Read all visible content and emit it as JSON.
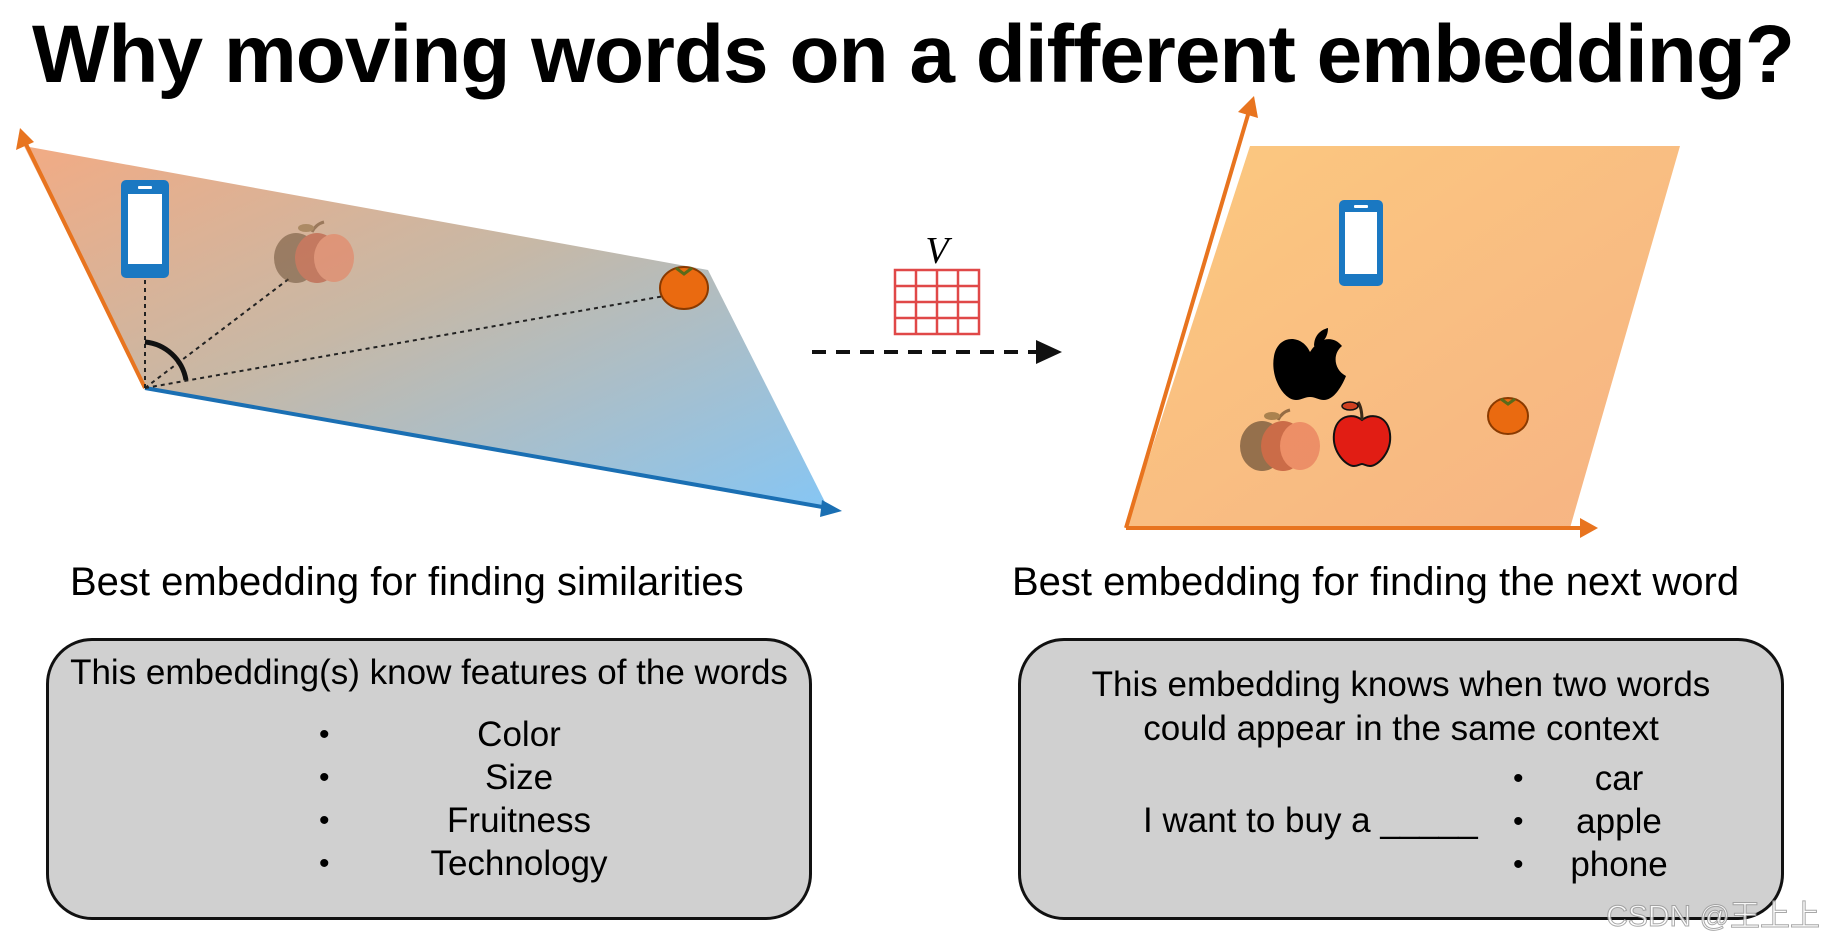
{
  "title": "Why moving words on a different embedding?",
  "matrix_label": "V",
  "left_panel": {
    "caption": "Best embedding for finding similarities",
    "box_heading": "This embedding(s) know features of the words",
    "features": [
      "Color",
      "Size",
      "Fruitness",
      "Technology"
    ],
    "icons": [
      "phone-icon",
      "faded-apples-icon",
      "orange-icon"
    ],
    "gradient_colors": [
      "#f2ab84",
      "#8cc7f2"
    ]
  },
  "right_panel": {
    "caption": "Best embedding for finding the next word",
    "box_heading": "This embedding knows when two words\ncould appear in the same context",
    "sentence": "I want to buy a _____",
    "choices": [
      "car",
      "apple",
      "phone"
    ],
    "icons": [
      "phone-icon",
      "apple-logo-icon",
      "faded-apples-icon",
      "red-apple-icon",
      "orange-icon"
    ],
    "plane_color": "#f9bd7e"
  },
  "colors": {
    "axis_orange": "#e8741f",
    "axis_blue": "#1a6fb3",
    "phone_blue": "#1a78c2",
    "matrix_red": "#e04848",
    "box_fill": "#d0d0d0"
  },
  "watermark": "CSDN @王上上"
}
